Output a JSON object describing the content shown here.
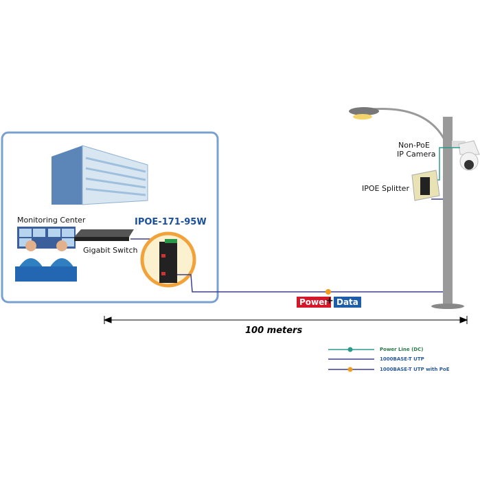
{
  "labels": {
    "monitoring_center": "Monitoring Center",
    "gigabit_switch": "Gigabit Switch",
    "model": "IPOE-171-95W",
    "camera_line1": "Non-PoE",
    "camera_line2": "IP Camera",
    "splitter": "IPOE Splitter",
    "power": "Power",
    "plus": "+",
    "data": "Data",
    "distance": "100 meters"
  },
  "legend": [
    {
      "label": "Power Line (DC)",
      "color": "#2a9a8a"
    },
    {
      "label": "1000BASE-T UTP",
      "color": "#3d3f8f"
    },
    {
      "label": "1000BASE-T UTP with PoE",
      "color": "#3d3f8f",
      "dot": "#f29a1c"
    }
  ],
  "colors": {
    "box_border": "#7aa0cf",
    "ring": "#f2a23a",
    "power": "#d5172a",
    "data": "#1e5ea8",
    "cable": "#3d3f8f"
  }
}
